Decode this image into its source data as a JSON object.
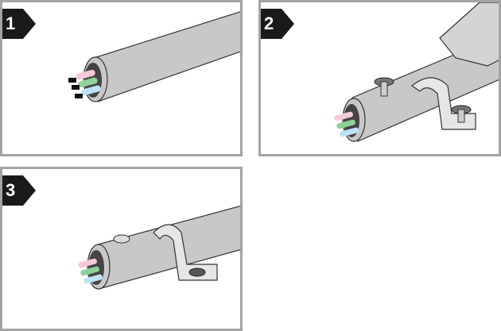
{
  "steps": [
    {
      "number": "1",
      "scene": "cable-end-with-wires"
    },
    {
      "number": "2",
      "scene": "cable-clamp-being-hammered"
    },
    {
      "number": "3",
      "scene": "cable-clamp-fixed"
    }
  ],
  "colors": {
    "border": "#a3a3a3",
    "cable": "#c8c8c8",
    "wire_pink": "#f6c9d8",
    "wire_green": "#8fd19a",
    "wire_blue": "#bde3f4",
    "badge": "#1a1a1a"
  }
}
